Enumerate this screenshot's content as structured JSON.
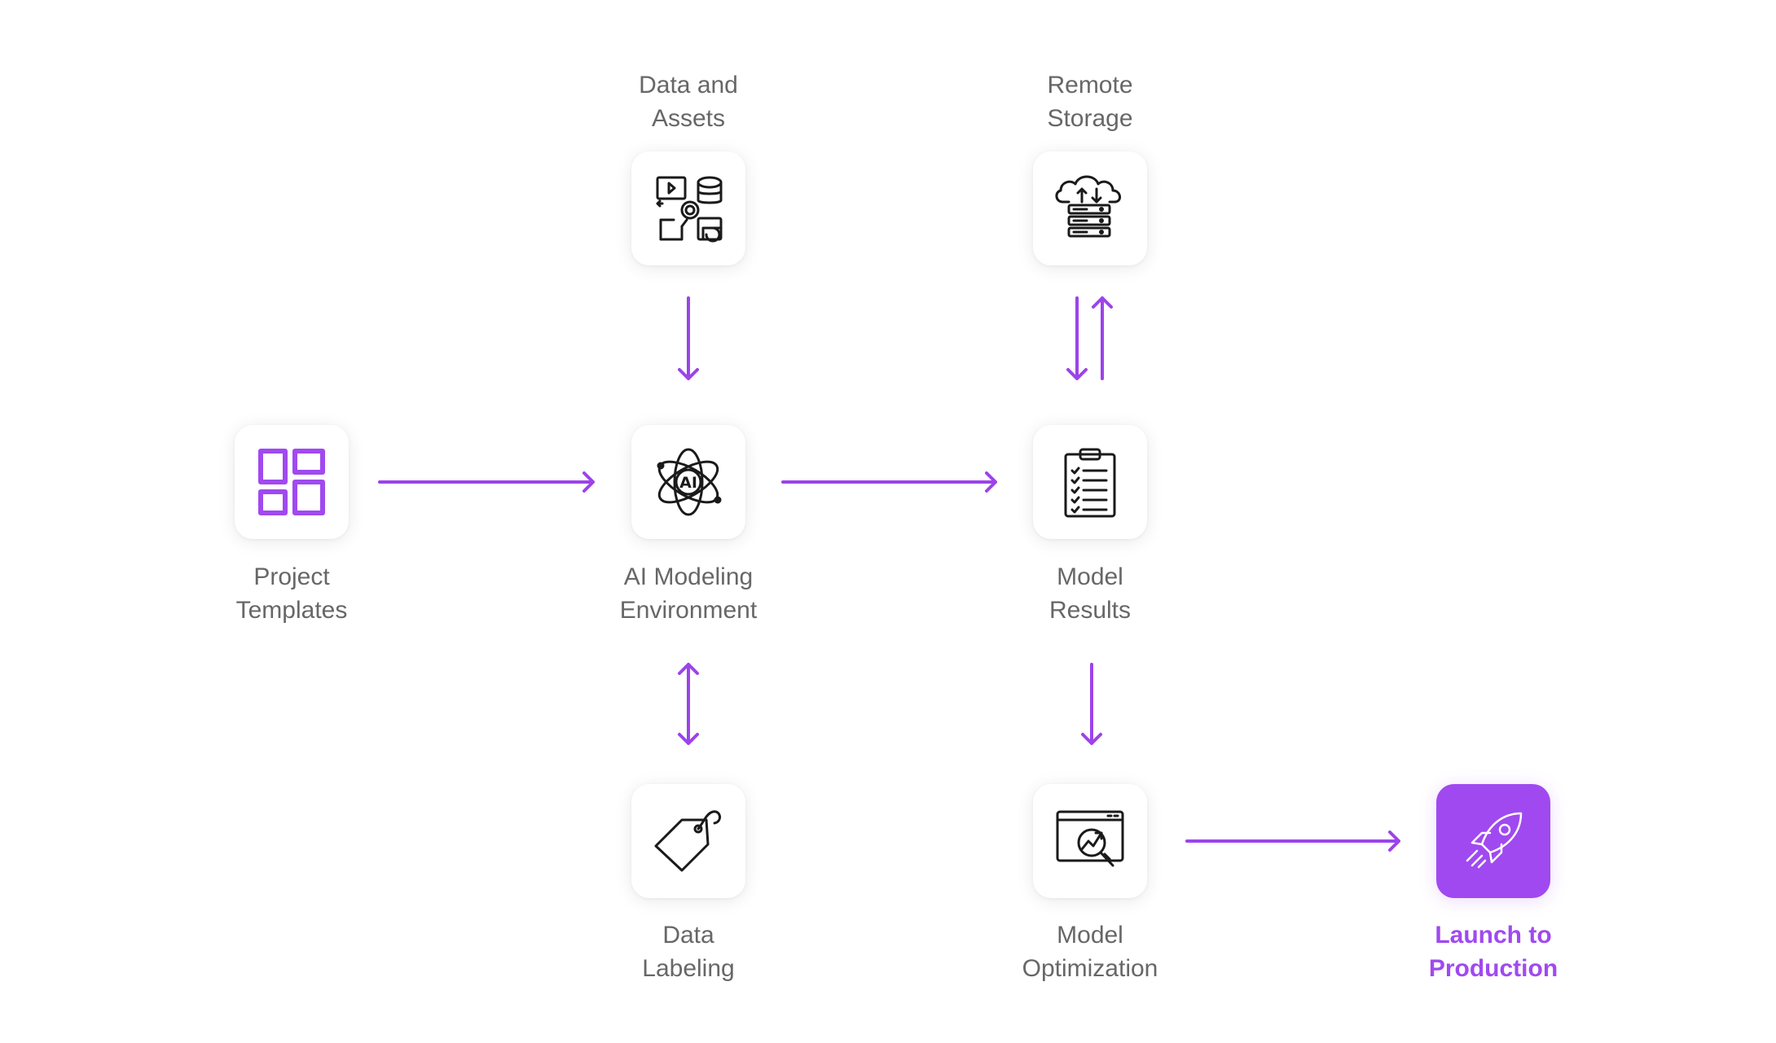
{
  "colors": {
    "accent": "#a049f0",
    "arrow": "#9c43ea",
    "label": "#676767",
    "icon": "#1a1a1a"
  },
  "nodes": {
    "data_assets": {
      "line1": "Data and",
      "line2": "Assets",
      "icon": "data-assets-icon"
    },
    "remote_storage": {
      "line1": "Remote",
      "line2": "Storage",
      "icon": "cloud-server-icon"
    },
    "project_templates": {
      "line1": "Project",
      "line2": "Templates",
      "icon": "grid-layout-icon"
    },
    "ai_env": {
      "line1": "AI Modeling",
      "line2": "Environment",
      "icon": "ai-atom-icon",
      "icon_text": "AI"
    },
    "model_results": {
      "line1": "Model",
      "line2": "Results",
      "icon": "clipboard-checklist-icon"
    },
    "data_labeling": {
      "line1": "Data",
      "line2": "Labeling",
      "icon": "tag-icon"
    },
    "model_optimization": {
      "line1": "Model",
      "line2": "Optimization",
      "icon": "chart-magnifier-icon"
    },
    "launch": {
      "line1": "Launch to",
      "line2": "Production",
      "icon": "rocket-icon"
    }
  },
  "connections": [
    {
      "from": "data_assets",
      "to": "ai_env",
      "direction": "one-way"
    },
    {
      "from": "remote_storage",
      "to": "model_results",
      "direction": "two-way-parallel"
    },
    {
      "from": "project_templates",
      "to": "ai_env",
      "direction": "one-way"
    },
    {
      "from": "ai_env",
      "to": "model_results",
      "direction": "one-way"
    },
    {
      "from": "ai_env",
      "to": "data_labeling",
      "direction": "bidirectional"
    },
    {
      "from": "model_results",
      "to": "model_optimization",
      "direction": "one-way"
    },
    {
      "from": "model_optimization",
      "to": "launch",
      "direction": "one-way"
    }
  ]
}
